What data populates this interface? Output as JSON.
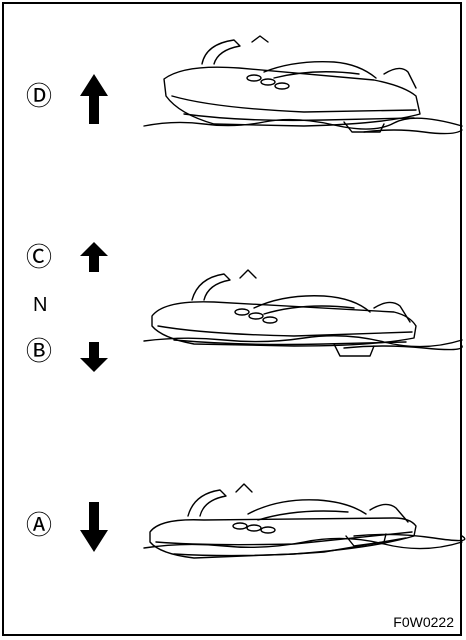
{
  "states": [
    {
      "id": "D",
      "label": "Ⓓ",
      "direction": "up"
    },
    {
      "id": "C",
      "label": "Ⓒ",
      "direction": "up"
    },
    {
      "id": "N",
      "label": "N"
    },
    {
      "id": "B",
      "label": "Ⓑ",
      "direction": "down"
    },
    {
      "id": "A",
      "label": "Ⓐ",
      "direction": "down"
    }
  ],
  "figure_code": "F0W0222"
}
